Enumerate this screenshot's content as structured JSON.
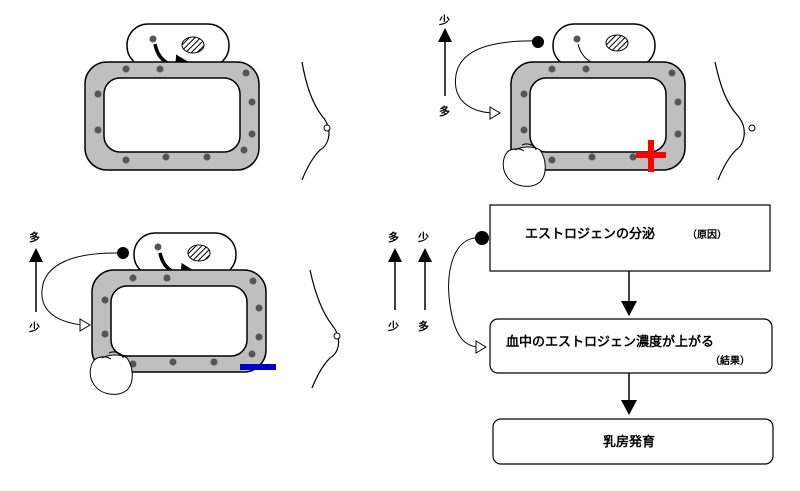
{
  "flow": {
    "box1": {
      "main": "エストロジェンの分泌",
      "sub": "（原因）"
    },
    "box2": {
      "main": "血中のエストロジェン濃度が上がる",
      "sub": "（結果）"
    },
    "box3": {
      "main": "乳房発育"
    }
  },
  "legend": {
    "left_top": "多",
    "left_bottom": "少",
    "right_top": "少",
    "right_bottom": "多"
  },
  "panel_top_right": {
    "top": "少",
    "bottom": "多",
    "sign": "+"
  },
  "panel_bottom_left": {
    "top": "多",
    "bottom": "少",
    "sign": "−"
  },
  "colors": {
    "gray": "#bfbfbf",
    "plus": "#ff0000",
    "minus": "#0000cc"
  }
}
